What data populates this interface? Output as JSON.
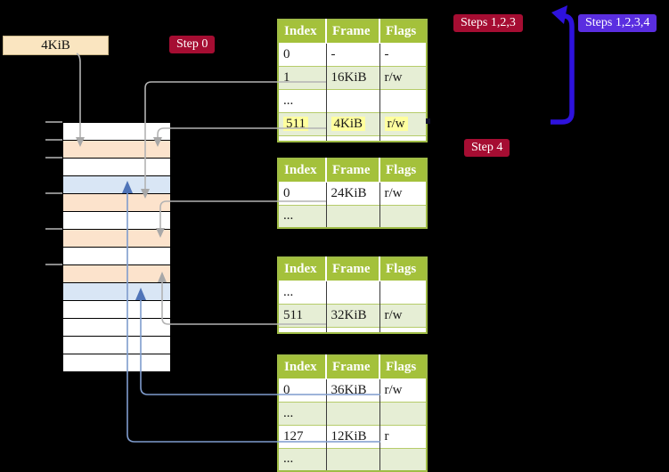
{
  "frame_label": "4KiB",
  "badges": {
    "step0": "Step 0",
    "steps123": "Steps 1,2,3",
    "steps1234": "Steps 1,2,3,4",
    "step4": "Step 4"
  },
  "tables": [
    {
      "headers": [
        "Index",
        "Frame",
        "Flags"
      ],
      "rows": [
        {
          "cells": [
            "0",
            "-",
            "-"
          ]
        },
        {
          "cells": [
            "1",
            "16KiB",
            "r/w"
          ]
        },
        {
          "cells": [
            "...",
            "",
            ""
          ]
        },
        {
          "cells": [
            "511",
            "4KiB",
            "r/w"
          ],
          "highlight": true
        }
      ]
    },
    {
      "headers": [
        "Index",
        "Frame",
        "Flags"
      ],
      "rows": [
        {
          "cells": [
            "0",
            "24KiB",
            "r/w"
          ]
        },
        {
          "cells": [
            "...",
            "",
            ""
          ]
        }
      ]
    },
    {
      "headers": [
        "Index",
        "Frame",
        "Flags"
      ],
      "rows": [
        {
          "cells": [
            "...",
            "",
            ""
          ]
        },
        {
          "cells": [
            "511",
            "32KiB",
            "r/w"
          ]
        }
      ]
    },
    {
      "headers": [
        "Index",
        "Frame",
        "Flags"
      ],
      "rows": [
        {
          "cells": [
            "0",
            "36KiB",
            "r/w"
          ]
        },
        {
          "cells": [
            "...",
            "",
            ""
          ]
        },
        {
          "cells": [
            "127",
            "12KiB",
            "r"
          ]
        },
        {
          "cells": [
            "...",
            "",
            ""
          ]
        }
      ]
    }
  ],
  "memory": {
    "rows": [
      "white",
      "peach",
      "white",
      "blue",
      "peach",
      "white",
      "peach",
      "white",
      "peach",
      "blue",
      "white",
      "white",
      "white",
      "white"
    ]
  },
  "colors": {
    "table_header_green": "#a4c13b",
    "table_row_green": "#e6eed5",
    "highlight_yellow": "#ffff9e",
    "badge_red": "#a50d32",
    "badge_blue": "#5a2ee0",
    "thick_arrow_blue": "#2e12dd",
    "gray_connector": "#b3b3b3",
    "blue_connector": "#7f9ccd",
    "memory_peach": "#fce3cc",
    "memory_blue": "#d9e6f5",
    "frame_label_bg": "#fae5c0"
  }
}
